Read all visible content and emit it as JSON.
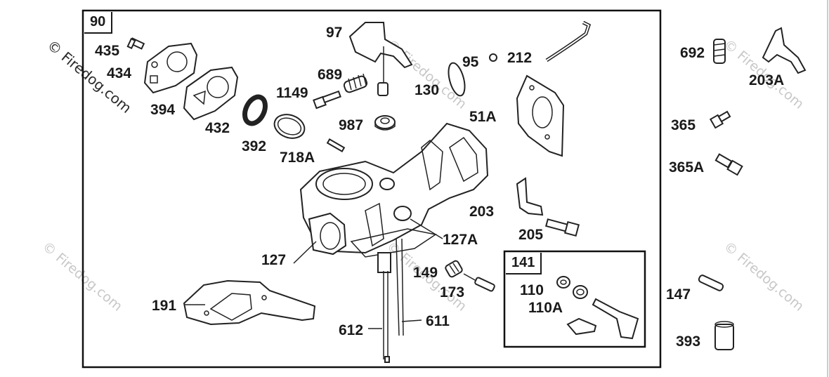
{
  "watermark": {
    "text": "© Firedog.com"
  },
  "callouts": {
    "p90": "90",
    "p435": "435",
    "p434": "434",
    "p394": "394",
    "p432": "432",
    "p392": "392",
    "p718a": "718A",
    "p1149": "1149",
    "p689": "689",
    "p987": "987",
    "p97": "97",
    "p95": "95",
    "p212": "212",
    "p130": "130",
    "p51a": "51A",
    "p203": "203",
    "p205": "205",
    "p127": "127",
    "p127a": "127A",
    "p149": "149",
    "p173": "173",
    "p191": "191",
    "p612": "612",
    "p611": "611",
    "p141": "141",
    "p110": "110",
    "p110a": "110A",
    "p692": "692",
    "p203a": "203A",
    "p365": "365",
    "p365a": "365A",
    "p147": "147",
    "p393": "393"
  }
}
